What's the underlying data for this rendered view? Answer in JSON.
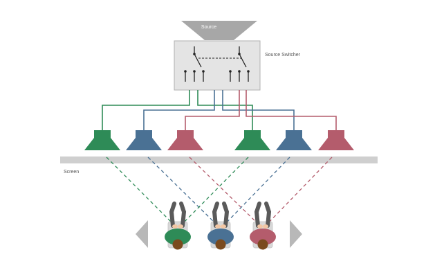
{
  "labels": {
    "source": "Source",
    "switcher": "Source Switcher",
    "screen": "Screen"
  },
  "colors": {
    "green": "#2e8b57",
    "blue": "#4a7194",
    "red": "#b45c6c",
    "gray_box": "#e4e4e4",
    "source_gray": "#a7a7a7",
    "screen_gray": "#cfcfcf"
  },
  "speakers": [
    {
      "name": "speaker-left-green",
      "color": "green"
    },
    {
      "name": "speaker-left-blue",
      "color": "blue"
    },
    {
      "name": "speaker-left-red",
      "color": "red"
    },
    {
      "name": "speaker-right-green",
      "color": "green"
    },
    {
      "name": "speaker-right-blue",
      "color": "blue"
    },
    {
      "name": "speaker-right-red",
      "color": "red"
    }
  ],
  "viewers": [
    {
      "name": "viewer-green",
      "color": "green"
    },
    {
      "name": "viewer-blue",
      "color": "blue"
    },
    {
      "name": "viewer-red",
      "color": "red"
    }
  ]
}
